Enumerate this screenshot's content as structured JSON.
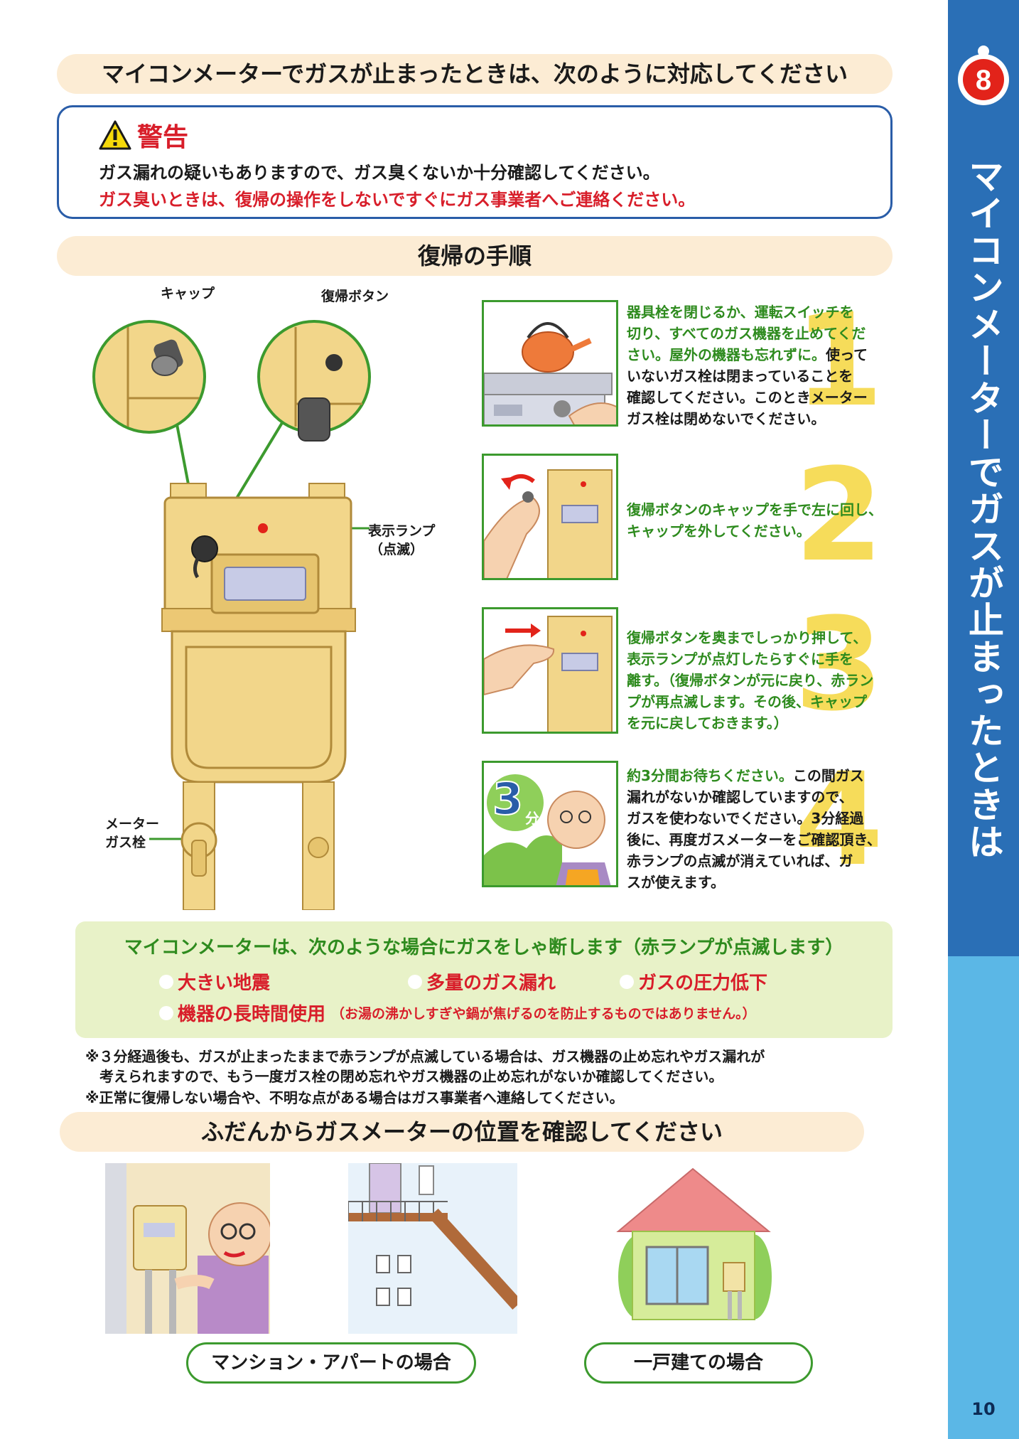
{
  "header": {
    "title": "マイコンメーターでガスが止まったときは、次のように対応してください"
  },
  "warning": {
    "title": "警告",
    "line1": "ガス漏れの疑いもありますので、ガス臭くないか十分確認してください。",
    "line2": "ガス臭いときは、復帰の操作をしないですぐにガス事業者へご連絡ください。"
  },
  "procedure": {
    "title": "復帰の手順",
    "labels": {
      "cap": "キャップ",
      "reset_button": "復帰ボタン",
      "lamp_line1": "表示ランプ",
      "lamp_line2": "（点滅）",
      "valve_line1": "メーター",
      "valve_line2": "ガス栓"
    },
    "steps": [
      {
        "number": "1",
        "lines": [
          {
            "green": "器具栓を閉じるか、運転スイッチを",
            "dark": ""
          },
          {
            "green": "切り、すべてのガス機器を止めてくだ",
            "dark": ""
          },
          {
            "green": "さい。屋外の機器も忘れずに。",
            "dark": "使って"
          },
          {
            "green": "",
            "dark": "いないガス栓は閉まっていることを"
          },
          {
            "green": "",
            "dark": "確認してください。このときメーター"
          },
          {
            "green": "",
            "dark": "ガス栓は閉めないでください。"
          }
        ]
      },
      {
        "number": "2",
        "lines": [
          {
            "green": "復帰ボタンのキャップを手で左に回し、",
            "dark": ""
          },
          {
            "green": "キャップを外してください。",
            "dark": ""
          }
        ]
      },
      {
        "number": "3",
        "lines": [
          {
            "green": "復帰ボタンを奥までしっかり押して、",
            "dark": ""
          },
          {
            "green": "表示ランプが点灯したらすぐに手を",
            "dark": ""
          },
          {
            "green": "離す。（復帰ボタンが元に戻り、赤ラン",
            "dark": ""
          },
          {
            "green": "プが再点滅します。その後、キャップ",
            "dark": ""
          },
          {
            "green": "を元に戻しておきます。）",
            "dark": ""
          }
        ]
      },
      {
        "number": "4",
        "lines": [
          {
            "green": "約3分間お待ちください。",
            "dark": "この間ガス"
          },
          {
            "green": "",
            "dark": "漏れがないか確認していますので、"
          },
          {
            "green": "",
            "dark": "ガスを使わないでください。3分経過"
          },
          {
            "green": "",
            "dark": "後に、再度ガスメーターをご確認頂き、"
          },
          {
            "green": "",
            "dark": "赤ランプの点滅が消えていれば、ガ"
          },
          {
            "green": "",
            "dark": "スが使えます。"
          }
        ]
      }
    ],
    "wait_badge_number": "3",
    "wait_badge_unit": "分"
  },
  "shutoff": {
    "title": "マイコンメーターは、次のような場合にガスをしゃ断します（赤ランプが点滅します）",
    "conditions": [
      "大きい地震",
      "多量のガス漏れ",
      "ガスの圧力低下",
      "機器の長時間使用"
    ],
    "condition_note": "（お湯の沸かしすぎや鍋が焦げるのを防止するものではありません。）"
  },
  "notes": [
    "※３分経過後も、ガスが止まったままで赤ランプが点滅している場合は、ガス機器の止め忘れやガス漏れが",
    "　考えられますので、もう一度ガス栓の閉め忘れやガス機器の止め忘れがないか確認してください。",
    "※正常に復帰しない場合や、不明な点がある場合はガス事業者へ連絡してください。"
  ],
  "location": {
    "title": "ふだんからガスメーターの位置を確認してください",
    "captions": [
      "マンション・アパートの場合",
      "一戸建ての場合"
    ]
  },
  "sidebar": {
    "chapter": "8",
    "title": "マイコンメーターでガスが止まったときは",
    "page_number": "10"
  },
  "colors": {
    "sidebar_blue": "#2a6fb6",
    "sidebar_light_blue": "#5bb7e6",
    "warning_red": "#d81e2a",
    "instruction_green": "#2e8b1e",
    "meter_yellow": "#f2d68a",
    "pill_beige": "#fcecd4",
    "shutoff_bg": "#e8f2c8"
  }
}
